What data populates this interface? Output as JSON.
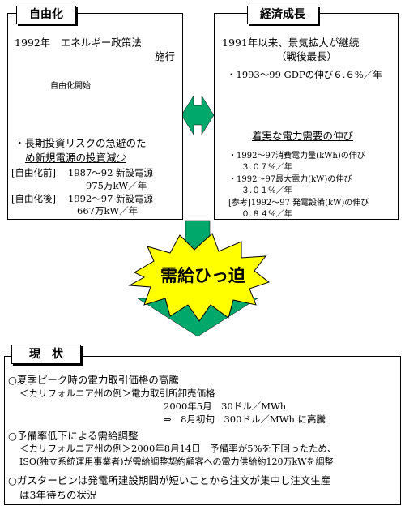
{
  "left_box": {
    "title": "自由化",
    "line1": "1992年　エネルギー政策法",
    "line2": "施行",
    "burst_label": "自由化開始",
    "bullet1": "・長期投資リスクの急避のた",
    "bullet2": "め新規電源の投資減少",
    "before_label": "[自由化前]",
    "before_value": "1987～92 新設電源",
    "before_amount": "975万kW／年",
    "after_label": "[自由化後]",
    "after_value": "1992～97 新設電源",
    "after_amount": "667万kW／年"
  },
  "right_box": {
    "title": "経済成長",
    "line1": "1991年以来、景気拡大が継続",
    "line2": "（戦後最長）",
    "gdp_line": "・1993～99 GDPの伸び６.６%／年",
    "demand_heading": "着実な電力需要の伸び",
    "item1": "・1992～97消費電力量(kWh)の伸び",
    "item1_value": "３.０７%／年",
    "item2": "・1992～97最大電力(kW)の伸び",
    "item2_value": "３.０１%／年",
    "ref": "[参考]1992～97 発電設備(kW)の伸び",
    "ref_value": "０.８４%／年"
  },
  "center_burst": {
    "label": "需給ひっ迫"
  },
  "current_box": {
    "title": "現　状",
    "p1_line1": "○夏季ピーク時の電力取引価格の高騰",
    "p1_line2": "＜カリフォルニア州の例＞電力取引所卸売価格",
    "p1_line3": "2000年5月　30ドル／MWh",
    "p1_line4": "⇒　8月初旬　300ドル／MWh に高騰",
    "p2_line1": "○予備率低下による需給調整",
    "p2_line2": "＜カリフォルニア州の例＞2000年8月14日　予備率が5%を下回ったため、",
    "p2_line3": "ISO(独立系統運用事業者)が需給調整契約顧客への電力供給約120万kWを調整",
    "p3_line1": "○ガスタービンは発電所建設期間が短いことから注文が集中し注文生産",
    "p3_line2": "は3年待ちの状況"
  },
  "colors": {
    "arrow_green": "#00a86b",
    "burst_yellow": "#ffff00"
  }
}
